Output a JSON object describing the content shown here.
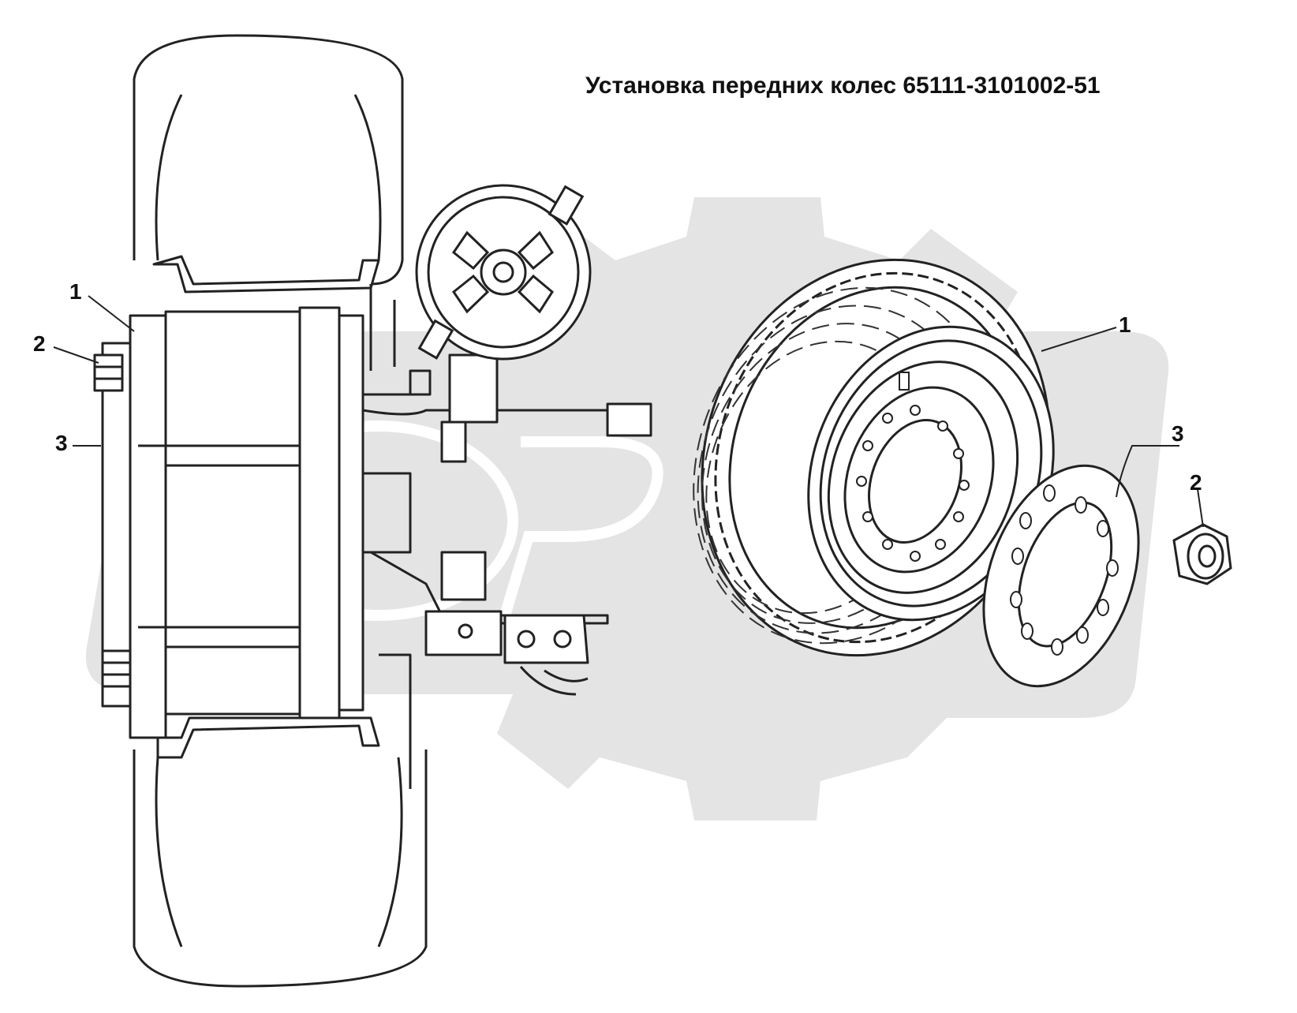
{
  "title": "Установка передних колес 65111-3101002-51",
  "callouts": {
    "left_1": "1",
    "left_2": "2",
    "left_3": "3",
    "right_1": "1",
    "right_2": "2",
    "right_3": "3"
  },
  "colors": {
    "line": "#222222",
    "watermark": "#e2e2e2",
    "background": "#ffffff"
  }
}
